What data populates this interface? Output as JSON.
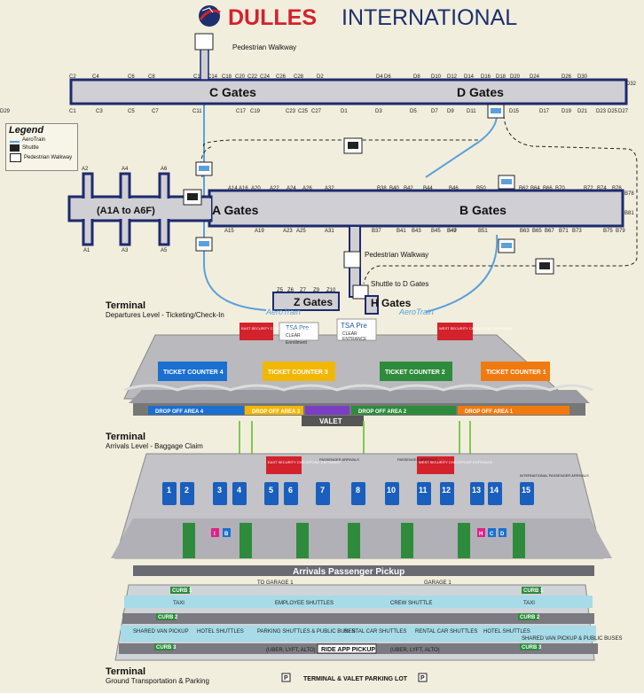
{
  "title": {
    "left": "DULLES",
    "right": "INTERNATIONAL"
  },
  "legend": {
    "title": "Legend",
    "items": [
      {
        "label": "AeroTrain",
        "icon": "aerotrain-line-icon"
      },
      {
        "label": "Shuttle",
        "icon": "shuttle-icon"
      },
      {
        "label": "Pedestrian Walkway",
        "icon": "pedestrian-walkway-icon"
      }
    ]
  },
  "concourses": {
    "c": "C Gates",
    "d": "D Gates",
    "a": "A Gates",
    "b": "B Gates",
    "a_satellite": "(A1A to A6F)",
    "z": "Z Gates",
    "h": "H Gates"
  },
  "gates_top_cd": [
    "C2",
    "C4",
    "C6",
    "C8",
    "C12",
    "C14",
    "C18",
    "C20",
    "C22",
    "C24",
    "C26",
    "C28",
    "D2",
    "D4",
    "D6",
    "D8",
    "D10",
    "D12",
    "D14",
    "D16",
    "D18",
    "D20",
    "D24",
    "D26",
    "D30"
  ],
  "gates_bottom_cd": [
    "C1",
    "C3",
    "C5",
    "C7",
    "C11",
    "C17",
    "C19",
    "C23",
    "C25",
    "C27",
    "D1",
    "D3",
    "D5",
    "D7",
    "D9",
    "D11",
    "D15",
    "D17",
    "D19",
    "D21",
    "D23",
    "D25",
    "D27",
    "D29"
  ],
  "gate_d32": "D32",
  "gates_top_ab": [
    "A14",
    "A16",
    "A20",
    "A22",
    "A24",
    "A26",
    "A32",
    "B38",
    "B40",
    "B42",
    "B44",
    "B46",
    "B50",
    "B62",
    "B64",
    "B66",
    "B70",
    "B72",
    "B74",
    "B76"
  ],
  "gates_bottom_ab": [
    "A15",
    "A19",
    "A23",
    "A25",
    "A31",
    "B37",
    "B41",
    "B43",
    "B45",
    "B47",
    "B49",
    "B51",
    "B63",
    "B65",
    "B67",
    "B71",
    "B73",
    "B75",
    "B79"
  ],
  "gate_b78": "B78",
  "gate_b81": "B81",
  "a_satellite_gates": [
    "A2",
    "A4",
    "A6",
    "A1",
    "A3",
    "A5"
  ],
  "z_gates": [
    "Z5",
    "Z6",
    "Z7",
    "Z9",
    "Z10"
  ],
  "callouts": {
    "walkway_top": "Pedestrian Walkway",
    "walkway_mid": "Pedestrian Walkway",
    "shuttle_d": "Shuttle to D Gates"
  },
  "aerotrain_labels": [
    "AeroTrain",
    "AeroTrain"
  ],
  "departures": {
    "title": "Terminal",
    "subtitle": "Departures Level - Ticketing/Check-In",
    "ticket_counters": [
      {
        "label": "TICKET COUNTER 4",
        "color": "#1a6fd1"
      },
      {
        "label": "TICKET COUNTER 3",
        "color": "#f2b705"
      },
      {
        "label": "TICKET COUNTER 2",
        "color": "#2e8b3c"
      },
      {
        "label": "TICKET COUNTER 1",
        "color": "#f07a10"
      }
    ],
    "checkpoints": [
      "EAST SECURITY CHECKPOINT ENTRANCE",
      "WEST SECURITY CHECKPOINT ENTRANCE"
    ],
    "tsa": [
      "TSA Pre",
      "TSA Pre"
    ],
    "clear": [
      "CLEAR",
      "CLEAR"
    ],
    "clear_sub": [
      "Enrollment",
      "ENTRANCE"
    ],
    "dropoff": [
      {
        "label": "DROP OFF AREA 4",
        "color": "#1a6fd1"
      },
      {
        "label": "DROP OFF AREA 3",
        "color": "#f2b705"
      },
      {
        "label": "",
        "color": "#7a3ec4"
      },
      {
        "label": "DROP OFF AREA 2",
        "color": "#2e8b3c"
      },
      {
        "label": "DROP OFF AREA 1",
        "color": "#f07a10"
      }
    ],
    "valet": "VALET"
  },
  "arrivals": {
    "title": "Terminal",
    "subtitle": "Arrivals Level - Baggage Claim",
    "carousels": [
      "1",
      "2",
      "3",
      "4",
      "5",
      "6",
      "7",
      "8",
      "10",
      "11",
      "12",
      "13",
      "14",
      "15"
    ],
    "checkpoints": [
      "EAST SECURITY CHECKPOINT ENTRANCE",
      "WEST SECURITY CHECKPOINT ENTRANCE"
    ],
    "notes": [
      "PASSENGER ARRIVALS",
      "PASSENGER ARRIVALS",
      "INTERNATIONAL PASSENGER ARRIVALS"
    ],
    "door_letters": [
      "I",
      "B",
      "H",
      "C",
      "D"
    ],
    "pickup": "Arrivals Passenger Pickup"
  },
  "ground": {
    "title": "Terminal",
    "subtitle": "Ground Transportation & Parking",
    "row1": [
      "TAXI",
      "EMPLOYEE SHUTTLES",
      "CREW SHUTTLE",
      "TAXI"
    ],
    "row2": [
      "SHARED VAN PICKUP",
      "HOTEL SHUTTLES",
      "PARKING SHUTTLES & PUBLIC BUSES",
      "RENTAL CAR SHUTTLES",
      "RENTAL CAR SHUTTLES",
      "HOTEL SHUTTLES",
      "SHARED VAN PICKUP & PUBLIC BUSES"
    ],
    "ride_app": "RIDE APP PICKUP",
    "ride_notes": [
      "(UBER, LYFT, ALTO)",
      "(UBER, LYFT, ALTO)"
    ],
    "curbs": [
      "CURB 1",
      "CURB 2",
      "CURB 3",
      "CURB 2",
      "CURB 3",
      "CURB 1"
    ],
    "garage": [
      "TO GARAGE 1",
      "GARAGE 1"
    ],
    "parking": "TERMINAL & VALET PARKING LOT",
    "parking_marks": [
      "P",
      "P"
    ]
  },
  "colors": {
    "concourse": "#cfcfd4",
    "concourse_border": "#1d2a6e",
    "aerotrain": "#5aa0dd",
    "brand_red": "#d3222c",
    "brand_blue": "#1d2f6e"
  }
}
